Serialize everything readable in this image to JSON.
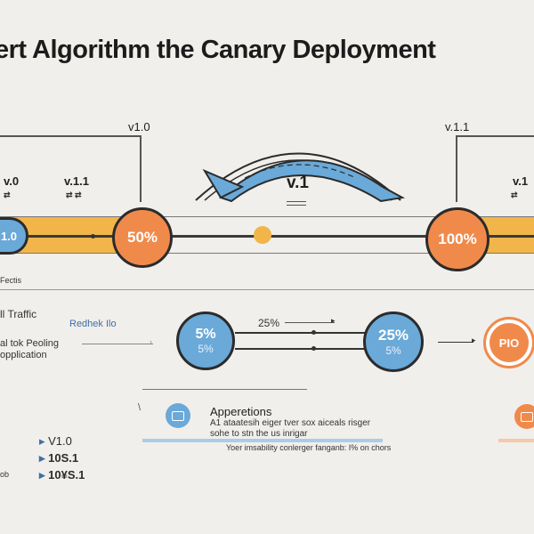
{
  "title": "ert Algorithm  the Canary Deployment",
  "top": {
    "left_version_a": "v.0",
    "left_version_b": "v.1.1",
    "left_pill": "1.0",
    "center_version_top": "v1.0",
    "center_arc_label": "v.1",
    "right_version_top": "v.1.1",
    "right_version_b": "v.1",
    "circle_left": "50%",
    "circle_right": "100%",
    "footnote": "Fectis"
  },
  "mid": {
    "traffic_label": "ll Traffic",
    "redirect_label": "Redhek Ilo",
    "routing_label": "al tok Peoling",
    "application_label": "opplication",
    "arrow_label": "25%",
    "circle_a_main": "5%",
    "circle_a_sub": "5%",
    "circle_b_main": "25%",
    "circle_b_sub": "5%",
    "circle_c_main": "PIO"
  },
  "bottom": {
    "heading": "Apperetions",
    "line1": "A1 ataatesih eiger tver sox aiceals risger",
    "line2": "sohe to stn the us inrigar",
    "line3": "Yoer imsability conlerger fanganb: I% on chors",
    "versions": [
      "V1.0",
      "10S.1",
      "10¥S.1"
    ],
    "left_tick": "ob"
  },
  "colors": {
    "orange": "#f08a4b",
    "blue": "#6aa9d8",
    "yellow": "#f2b54a",
    "background": "#f1efeb"
  },
  "icons": [
    "arrow-right-icon",
    "curved-arrow-icon",
    "device-icon"
  ]
}
